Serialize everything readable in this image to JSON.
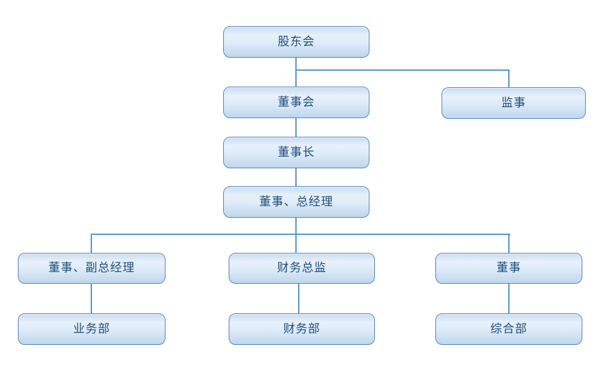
{
  "diagram": {
    "type": "org-chart",
    "colors": {
      "node_border": "#5B87B7",
      "node_fill_top": "#c9dcf1",
      "node_fill_bottom": "#bfd6ed",
      "connector": "#5E97CB",
      "text": "#1F4E79",
      "background": "#ffffff"
    },
    "nodes": [
      {
        "id": "shareholders-meeting",
        "label": "股东会"
      },
      {
        "id": "board-of-directors",
        "label": "董事会"
      },
      {
        "id": "supervisor",
        "label": "监事"
      },
      {
        "id": "chairman",
        "label": "董事长"
      },
      {
        "id": "director-general-manager",
        "label": "董事、总经理"
      },
      {
        "id": "director-deputy-general-manager",
        "label": "董事、副总经理"
      },
      {
        "id": "finance-director",
        "label": "财务总监"
      },
      {
        "id": "director",
        "label": "董事"
      },
      {
        "id": "business-department",
        "label": "业务部"
      },
      {
        "id": "finance-department",
        "label": "财务部"
      },
      {
        "id": "general-department",
        "label": "综合部"
      }
    ],
    "edges": [
      {
        "from": "shareholders-meeting",
        "to": "board-of-directors"
      },
      {
        "from": "shareholders-meeting",
        "to": "supervisor"
      },
      {
        "from": "board-of-directors",
        "to": "chairman"
      },
      {
        "from": "chairman",
        "to": "director-general-manager"
      },
      {
        "from": "director-general-manager",
        "to": "director-deputy-general-manager"
      },
      {
        "from": "director-general-manager",
        "to": "finance-director"
      },
      {
        "from": "director-general-manager",
        "to": "director"
      },
      {
        "from": "director-deputy-general-manager",
        "to": "business-department"
      },
      {
        "from": "finance-director",
        "to": "finance-department"
      },
      {
        "from": "director",
        "to": "general-department"
      }
    ]
  }
}
